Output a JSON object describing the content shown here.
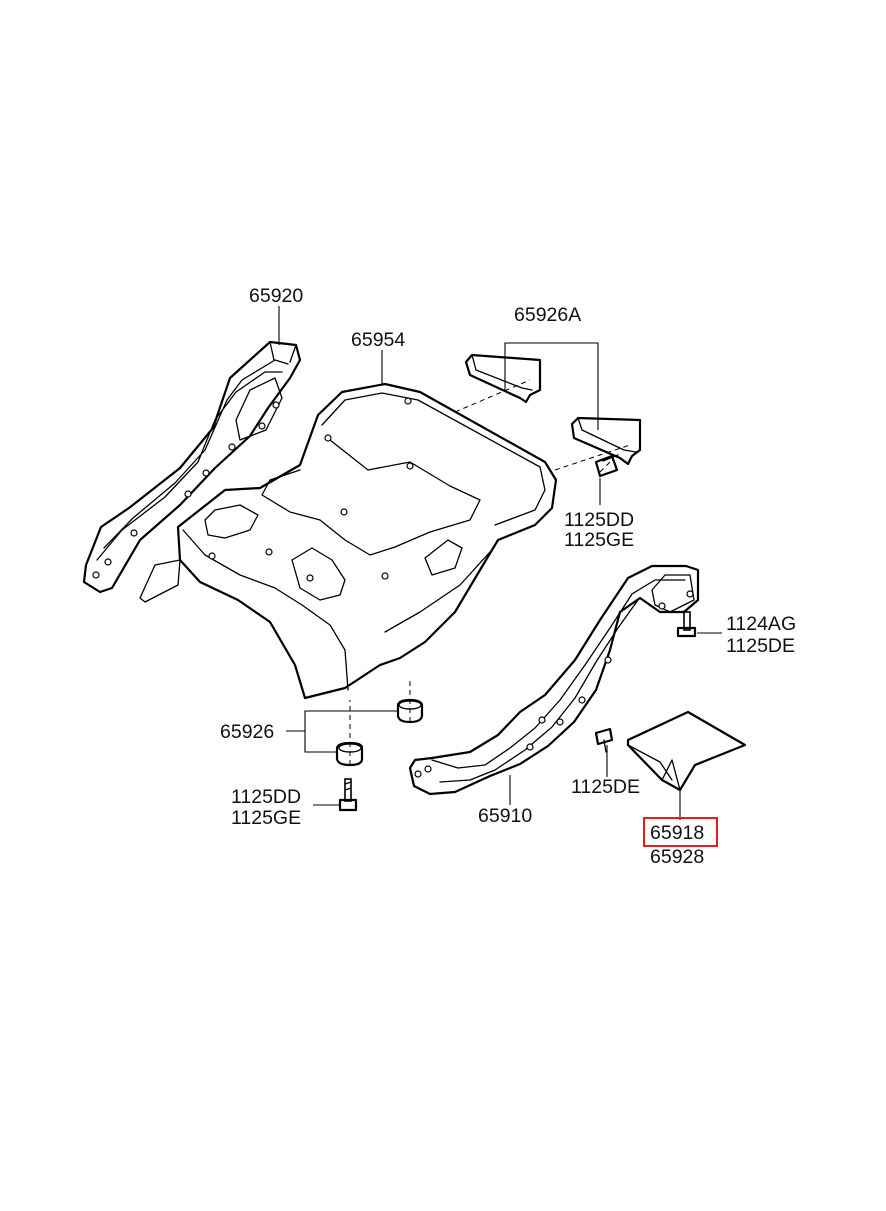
{
  "labels": {
    "p65920": "65920",
    "p65954": "65954",
    "p65926A": "65926A",
    "p1125DD_top": "1125DD",
    "p1125GE_top": "1125GE",
    "p1124AG": "1124AG",
    "p1125DE_right": "1125DE",
    "p65926": "65926",
    "p1125DD_left": "1125DD",
    "p1125GE_left": "1125GE",
    "p65910": "65910",
    "p1125DE_mid": "1125DE",
    "p65918": "65918",
    "p65928": "65928"
  },
  "highlight": {
    "part": "65918",
    "color": "#e02020"
  }
}
